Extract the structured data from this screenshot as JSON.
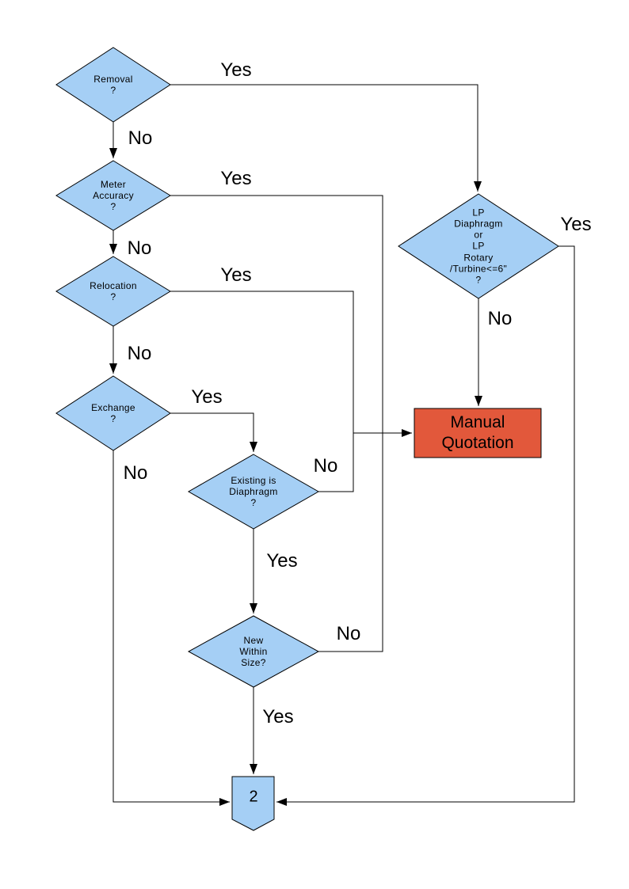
{
  "colors": {
    "node_fill": "#A5CFF5",
    "action_fill": "#E2583B",
    "line": "#000000",
    "text": "#000000"
  },
  "nodes": {
    "removal": {
      "label": "Removal\n?"
    },
    "meter_accuracy": {
      "label": "Meter\nAccuracy\n?"
    },
    "relocation": {
      "label": "Relocation\n?"
    },
    "exchange": {
      "label": "Exchange\n?"
    },
    "existing_diaphragm": {
      "label": "Existing is\nDiaphragm\n?"
    },
    "new_within_size": {
      "label": "New\nWithin\nSize?"
    },
    "lp_meter": {
      "label": "LP\nDiaphragm\nor\nLP\nRotary\n/Turbine<=6\"\n?"
    },
    "manual_quotation": {
      "label": "Manual\nQuotation"
    },
    "connector_2": {
      "label": "2"
    }
  },
  "edges": {
    "removal_yes": {
      "text": "Yes"
    },
    "removal_no": {
      "text": "No"
    },
    "meter_yes": {
      "text": "Yes"
    },
    "meter_no": {
      "text": "No"
    },
    "relocation_yes": {
      "text": "Yes"
    },
    "relocation_no": {
      "text": "No"
    },
    "exchange_yes": {
      "text": "Yes"
    },
    "exchange_no": {
      "text": "No"
    },
    "existing_yes": {
      "text": "Yes"
    },
    "existing_no": {
      "text": "No"
    },
    "nws_yes": {
      "text": "Yes"
    },
    "nws_no": {
      "text": "No"
    },
    "lp_yes": {
      "text": "Yes"
    },
    "lp_no": {
      "text": "No"
    }
  }
}
